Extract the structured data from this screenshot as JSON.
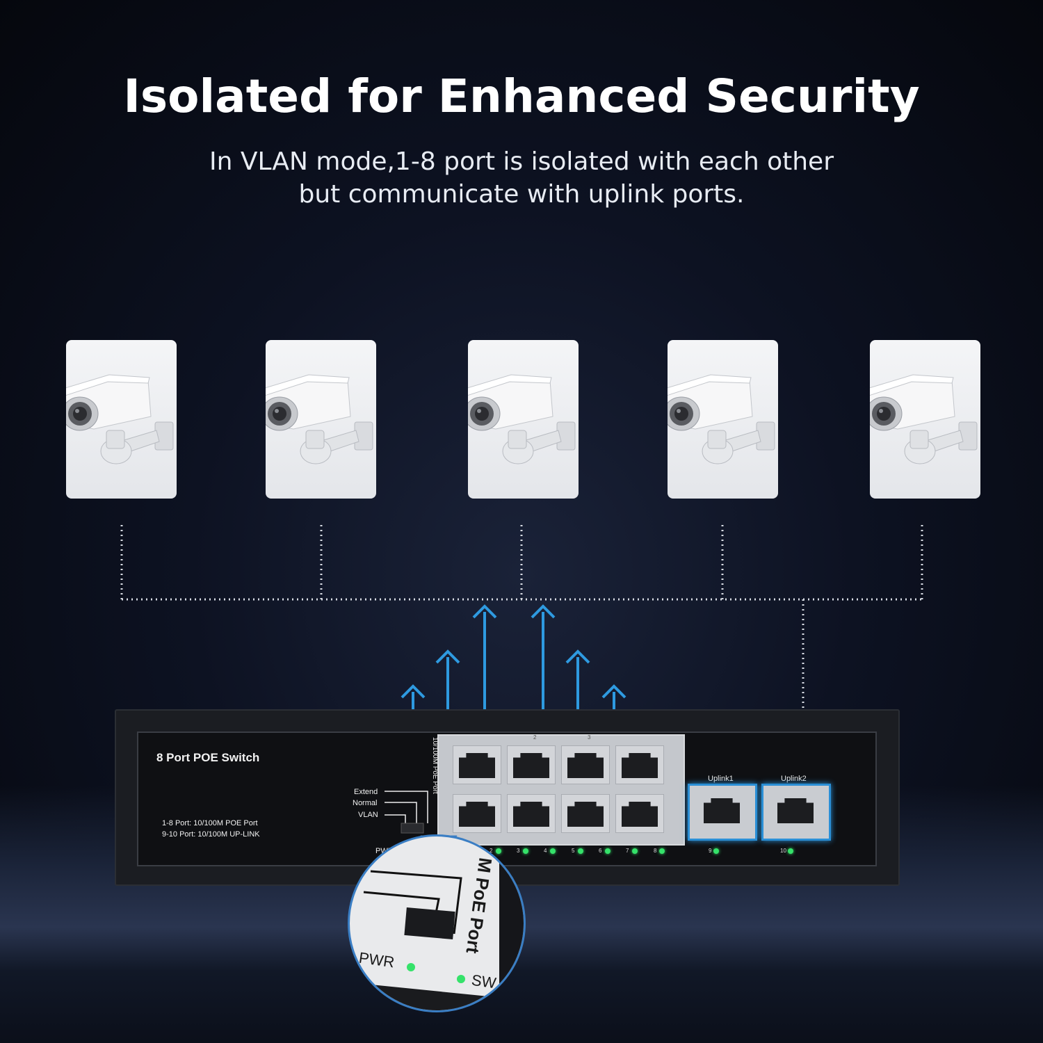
{
  "header": {
    "title": "Isolated for Enhanced Security",
    "subtitle_line1": "In VLAN mode,1-8 port is isolated with each other",
    "subtitle_line2": "but communicate with uplink ports."
  },
  "cameras": [
    "camera",
    "camera",
    "camera",
    "camera",
    "camera"
  ],
  "device": {
    "name": "8 Port POE Switch",
    "spec1": "1-8 Port: 10/100M POE Port",
    "spec2": "9-10 Port: 10/100M UP-LINK",
    "mode_extend": "Extend",
    "mode_normal": "Normal",
    "mode_vlan": "VLAN",
    "pwr": "PWR",
    "poe_port_label": "10/100M PoE Port",
    "uplink1": "Uplink1",
    "uplink2": "Uplink2",
    "port_numbers": [
      "2",
      "3",
      "4",
      "5",
      "6",
      "7",
      "8"
    ],
    "top_port_numbers": [
      "2",
      "3"
    ],
    "uplink_numbers": [
      "9",
      "10"
    ]
  },
  "zoom": {
    "poe_text": "M PoE Port",
    "pwr": "PWR",
    "sw": "SW"
  },
  "colors": {
    "arrow": "#2e9ae0",
    "led": "#35e26a",
    "uplink_border": "#2a8fd6"
  }
}
